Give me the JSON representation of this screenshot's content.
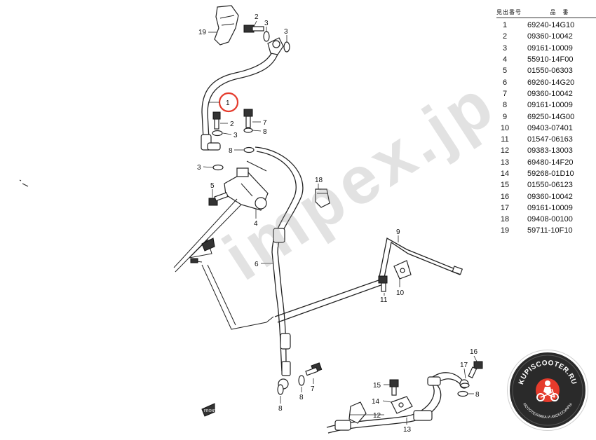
{
  "table": {
    "header_ref": "見出番号",
    "header_part": "品　番",
    "rows": [
      {
        "no": "1",
        "part": "69240-14G10"
      },
      {
        "no": "2",
        "part": "09360-10042"
      },
      {
        "no": "3",
        "part": "09161-10009"
      },
      {
        "no": "4",
        "part": "55910-14F00"
      },
      {
        "no": "5",
        "part": "01550-06303"
      },
      {
        "no": "6",
        "part": "69260-14G20"
      },
      {
        "no": "7",
        "part": "09360-10042"
      },
      {
        "no": "8",
        "part": "09161-10009"
      },
      {
        "no": "9",
        "part": "69250-14G00"
      },
      {
        "no": "10",
        "part": "09403-07401"
      },
      {
        "no": "11",
        "part": "01547-06163"
      },
      {
        "no": "12",
        "part": "09383-13003"
      },
      {
        "no": "13",
        "part": "69480-14F20"
      },
      {
        "no": "14",
        "part": "59268-01D10"
      },
      {
        "no": "15",
        "part": "01550-06123"
      },
      {
        "no": "16",
        "part": "09360-10042"
      },
      {
        "no": "17",
        "part": "09161-10009"
      },
      {
        "no": "18",
        "part": "09408-00100"
      },
      {
        "no": "19",
        "part": "59711-10F10"
      }
    ]
  },
  "callouts": {
    "c1": "1",
    "c2a": "2",
    "c3a": "3",
    "c3b": "3",
    "c19": "19",
    "c2b": "2",
    "c3c": "3",
    "c3d": "3",
    "c7a": "7",
    "c8a": "8",
    "c8b": "8",
    "c5": "5",
    "c4": "4",
    "c18": "18",
    "c6": "6",
    "c9": "9",
    "c11": "11",
    "c10": "10",
    "c8c": "8",
    "c8d": "8",
    "c7b": "7",
    "c15": "15",
    "c14": "14",
    "c12": "12",
    "c13": "13",
    "c16": "16",
    "c17": "17",
    "c8e": "8"
  },
  "arrow_label": "FRONT",
  "watermark": "impex.jp",
  "logo": {
    "top_text": "KUPISCOOTER.RU",
    "bottom_text": "МОТОТЕХНИКА И АКСЕССУАРЫ"
  },
  "colors": {
    "highlight_circle": "#e53b2c",
    "logo_accent": "#e53b2c",
    "logo_bg": "#2a2a2a"
  }
}
